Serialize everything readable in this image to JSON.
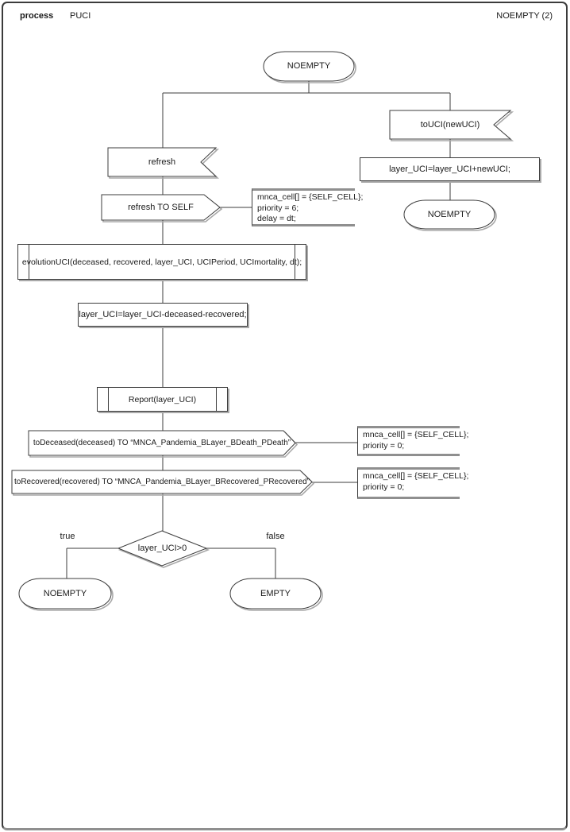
{
  "colors": {
    "line": "#3c3c3c",
    "shadow": "#a9a9a9",
    "comment_edge": "#8f8f8f",
    "background": "#ffffff"
  },
  "header": {
    "process_label": "process",
    "process_name": "PUCI",
    "page_ref": "NOEMPTY (2)"
  },
  "diagram": {
    "state_top": "NOEMPTY",
    "receive_touci": "toUCI(newUCI)",
    "task_add": "layer_UCI=layer_UCI+newUCI;",
    "state_right": "NOEMPTY",
    "receive_refresh": "refresh",
    "send_refresh": "refresh TO SELF",
    "comment_refresh": {
      "line1": "mnca_cell[] = {SELF_CELL};",
      "line2": "priority = 6;",
      "line3": "delay = dt;"
    },
    "proc_evolution": "evolutionUCI(deceased, recovered, layer_UCI, UCIPeriod, UCImortality, dt);",
    "task_sub": "layer_UCI=layer_UCI-deceased-recovered;",
    "proc_report": "Report(layer_UCI)",
    "send_deceased": "toDeceased(deceased) TO “MNCA_Pandemia_BLayer_BDeath_PDeath”",
    "comment_deceased": {
      "line1": "mnca_cell[] = {SELF_CELL};",
      "line2": "priority = 0;"
    },
    "send_recovered": "toRecovered(recovered) TO “MNCA_Pandemia_BLayer_BRecovered_PRecovered”",
    "comment_recovered": {
      "line1": "mnca_cell[] = {SELF_CELL};",
      "line2": "priority = 0;"
    },
    "decision": "layer_UCI>0",
    "label_true": "true",
    "label_false": "false",
    "state_true": "NOEMPTY",
    "state_false": "EMPTY"
  }
}
